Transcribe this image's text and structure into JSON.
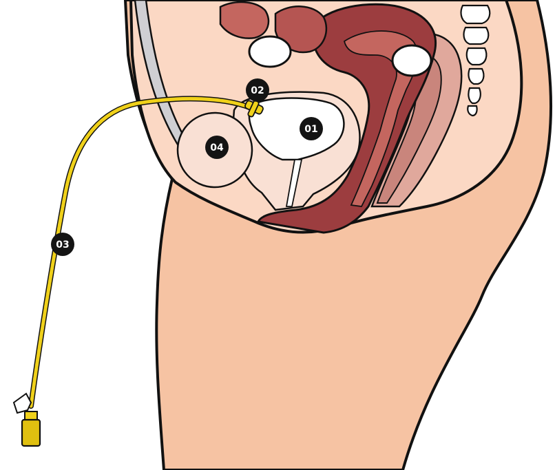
{
  "diagram": {
    "labels": [
      {
        "id": "01",
        "text": "01"
      },
      {
        "id": "02",
        "text": "02"
      },
      {
        "id": "03",
        "text": "03"
      },
      {
        "id": "04",
        "text": "04"
      }
    ],
    "colors": {
      "skin": "#f6c3a3",
      "skin_light": "#fbd8c4",
      "inner_light": "#f9e0d4",
      "organ_dark": "#9c3d3f",
      "organ_mid": "#c4665f",
      "organ_light": "#e0a89c",
      "bladder": "#ffffff",
      "bone": "#ffffff",
      "catheter": "#f0d11a",
      "catheter_dark": "#b9a000",
      "outline": "#111111",
      "wall_gray": "#cfcfd3",
      "label_bg": "#141414",
      "label_fg": "#ffffff"
    }
  }
}
